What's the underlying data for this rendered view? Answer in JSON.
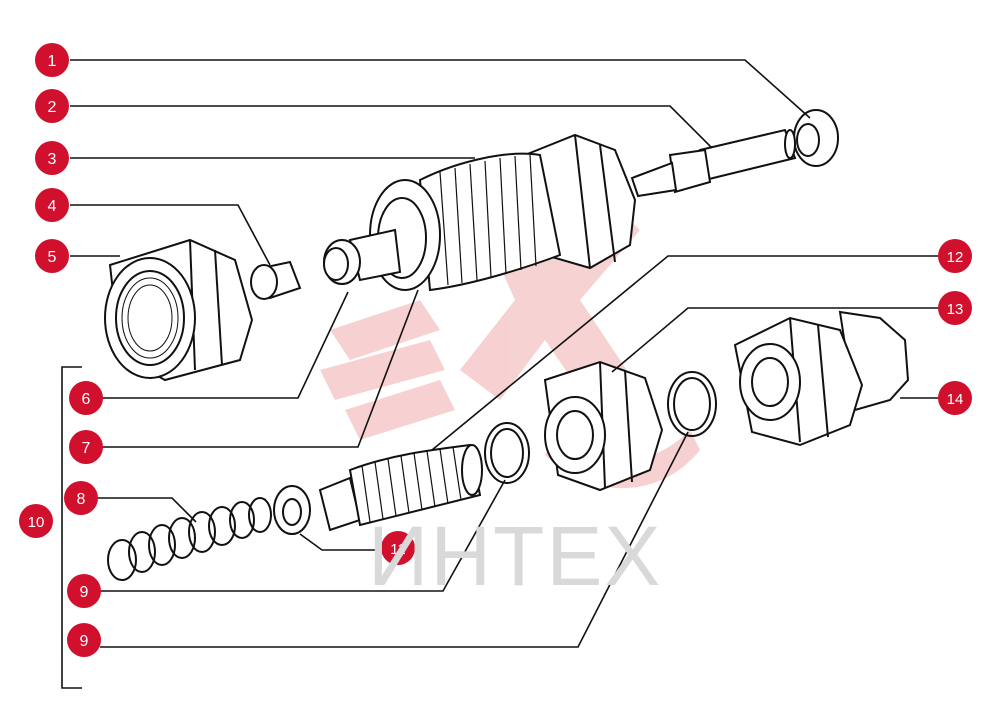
{
  "watermark": {
    "text": "ИНТЕХ",
    "colors": {
      "logo": "#f4c4c4",
      "text": "#d9d9d9"
    }
  },
  "colors": {
    "callout": "#d0102c",
    "callout_text": "#ffffff",
    "line": "#111111"
  },
  "callouts": [
    {
      "id": "c1",
      "label": "1"
    },
    {
      "id": "c2",
      "label": "2"
    },
    {
      "id": "c3",
      "label": "3"
    },
    {
      "id": "c4",
      "label": "4"
    },
    {
      "id": "c5",
      "label": "5"
    },
    {
      "id": "c6",
      "label": "6"
    },
    {
      "id": "c7",
      "label": "7"
    },
    {
      "id": "c8",
      "label": "8"
    },
    {
      "id": "c9a",
      "label": "9"
    },
    {
      "id": "c9b",
      "label": "9"
    },
    {
      "id": "c10",
      "label": "10"
    },
    {
      "id": "c11",
      "label": "11"
    },
    {
      "id": "c12",
      "label": "12"
    },
    {
      "id": "c13",
      "label": "13"
    },
    {
      "id": "c14",
      "label": "14"
    }
  ]
}
